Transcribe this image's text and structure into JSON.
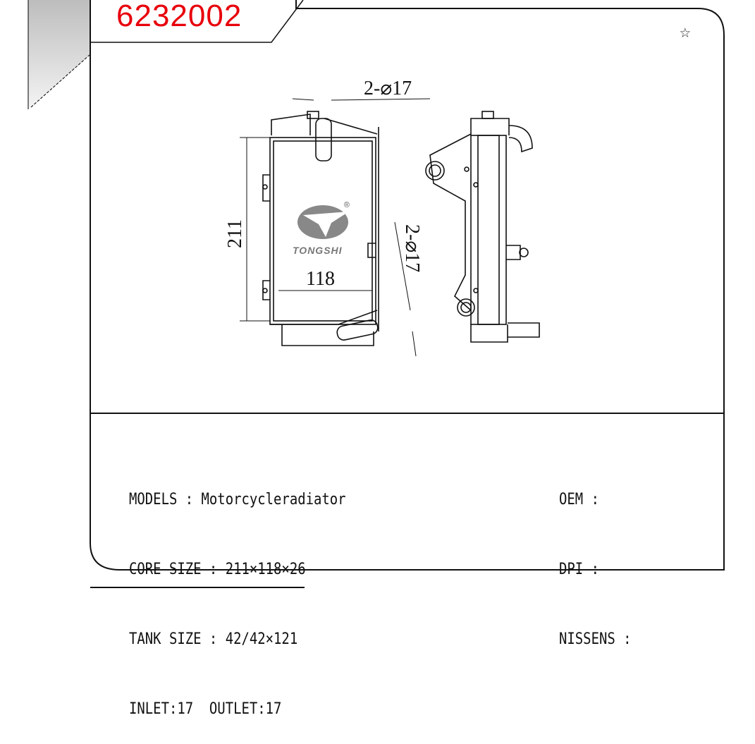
{
  "part_number": "6232002",
  "favorite_icon": "star-outline-icon",
  "drawing": {
    "dim_top": "2-⌀17",
    "dim_height": "211",
    "dim_width": "118",
    "dim_side": "2-⌀17",
    "logo": {
      "text": "TONGSHI",
      "mark": "®"
    }
  },
  "specs_left": [
    "MODELS : Motorcycleradiator",
    "CORE SIZE : 211×118×26",
    "TANK SIZE : 42/42×121",
    "INLET:17  OUTLET:17"
  ],
  "specs_right": [
    "OEM :",
    "DPI :",
    "NISSENS :"
  ]
}
